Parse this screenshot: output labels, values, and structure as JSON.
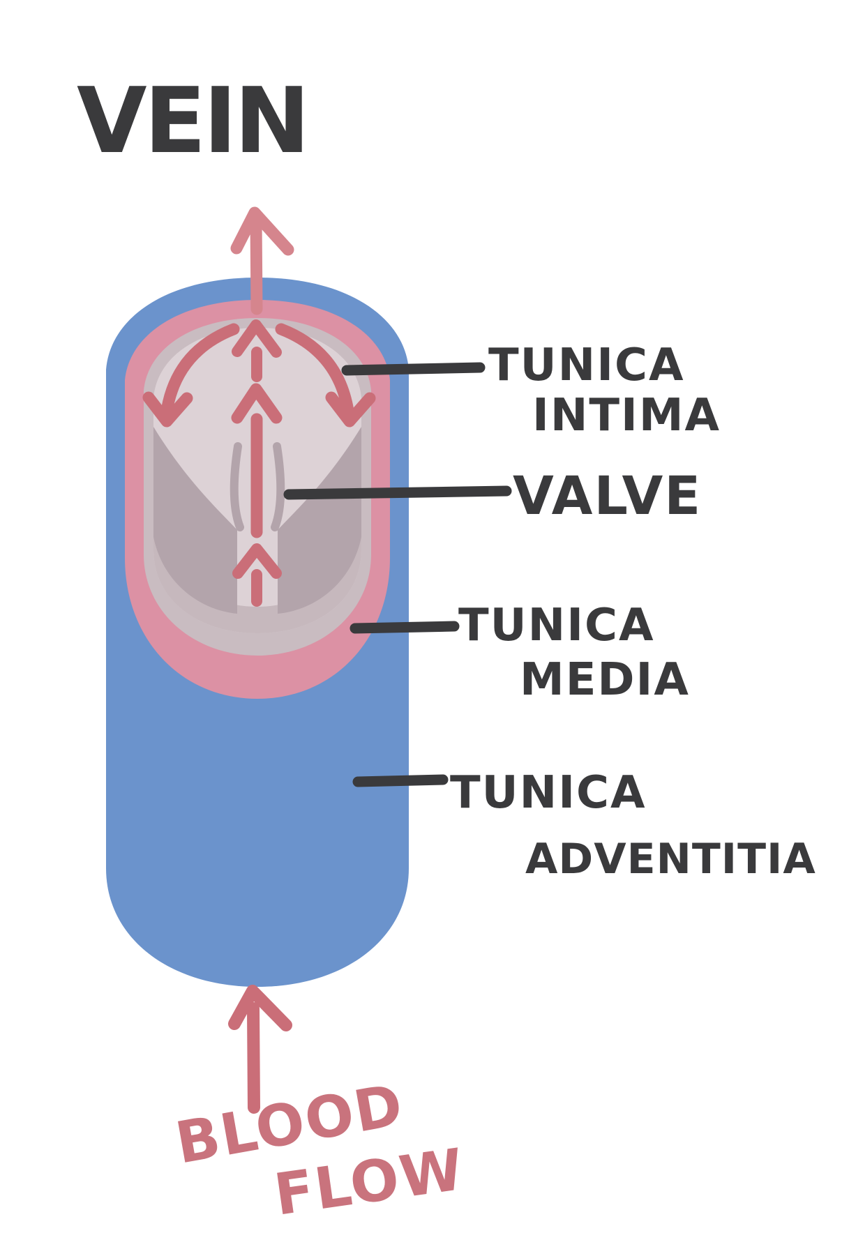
{
  "title": "VEIN",
  "labels": {
    "tunica_intima": {
      "line1": "TUNICA",
      "line2": "INTIMA"
    },
    "valve": {
      "label": "VALVE"
    },
    "tunica_media": {
      "line1": "TUNICA",
      "line2": "MEDIA"
    },
    "tunica_adventitia": {
      "line1": "TUNICA",
      "line2": "ADVENTITIA"
    }
  },
  "blood_flow": {
    "line1": "BLOOD",
    "line2": "FLOW"
  },
  "colors": {
    "background": "#ffffff",
    "label_ink": "#3a3a3c",
    "pointer_line": "#3a3a3c",
    "tunica_adventitia_blue": "#6b93cc",
    "tunica_media_pink": "#dc91a4",
    "intima_lining_gray": "#c9bcc1",
    "lumen_fill": "#ddd2d6",
    "lumen_bottom_band": "#c6b8bd",
    "valve_flap_gray": "#b3a4ab",
    "arrow_red": "#ca6e78",
    "exit_arrow_pink": "#d5858d",
    "blood_flow_text_pink": "#c9737d"
  }
}
